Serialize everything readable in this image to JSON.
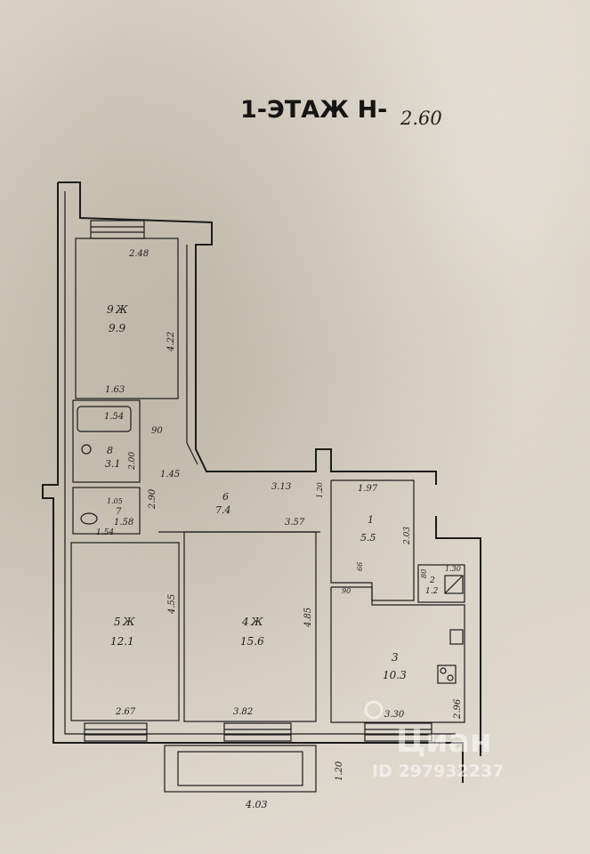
{
  "plan": {
    "title": "1-ЭТАЖ Н-",
    "height": "2.60",
    "rooms": [
      {
        "id": "9",
        "suffix": "Ж",
        "area": "9.9"
      },
      {
        "id": "8",
        "area": "3.1"
      },
      {
        "id": "7",
        "area": "1.58"
      },
      {
        "id": "6",
        "area": "7.4"
      },
      {
        "id": "5",
        "suffix": "Ж",
        "area": "12.1"
      },
      {
        "id": "4",
        "suffix": "Ж",
        "area": "15.6"
      },
      {
        "id": "1",
        "area": "5.5"
      },
      {
        "id": "2",
        "area": "1.2"
      },
      {
        "id": "3",
        "area": "10.3"
      }
    ],
    "dims": {
      "d248": "2.48",
      "d422": "4.22",
      "d163": "1.63",
      "d154a": "1.54",
      "d90a": "90",
      "d200": "2.00",
      "d145": "1.45",
      "d290": "2.90",
      "d105": "1.05",
      "d154b": "1.54",
      "d313": "3.13",
      "d120a": "1.20",
      "d197": "1.97",
      "d357": "3.57",
      "d203": "2.03",
      "d66": "66",
      "d80": "80",
      "d130": "1.30",
      "d90b": "90",
      "d455": "4.55",
      "d485": "4.85",
      "d296": "2.96",
      "d267": "2.67",
      "d382": "3.82",
      "d330": "3.30",
      "d120b": "1.20",
      "d403": "4.03"
    }
  },
  "watermark": {
    "brand": "Циан",
    "id": "ID 297932237"
  }
}
